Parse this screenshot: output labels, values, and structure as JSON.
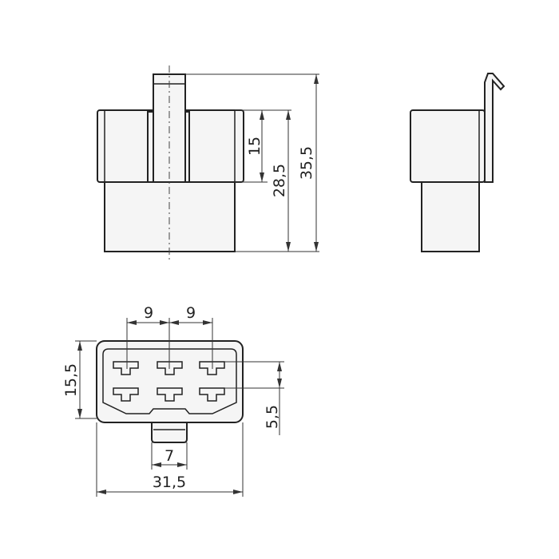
{
  "dimensions": {
    "body_height": "15",
    "body_and_lower_height": "28,5",
    "overall_height": "35,5",
    "pin_pitch_left": "9",
    "pin_pitch_right": "9",
    "face_height": "15,5",
    "row_spacing": "5,5",
    "latch_width": "7",
    "overall_width": "31,5"
  }
}
